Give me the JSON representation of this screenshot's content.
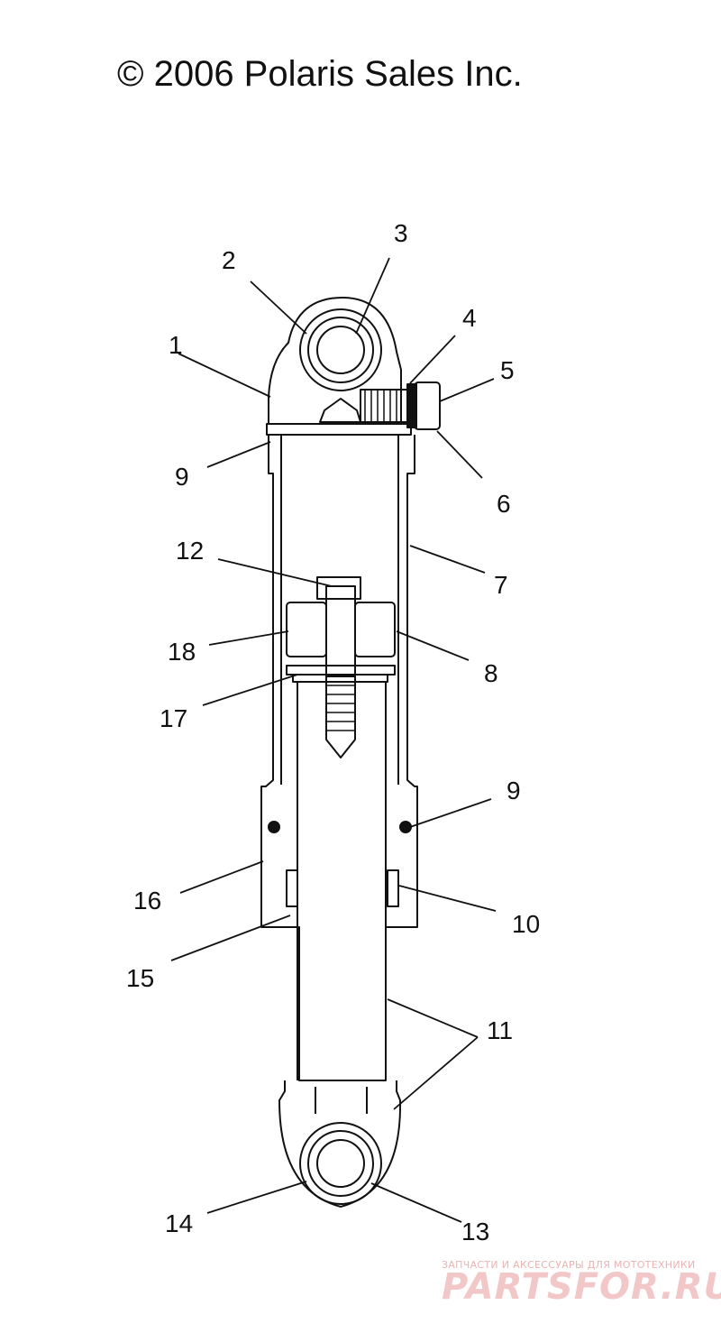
{
  "copyright": "© 2006 Polaris Sales Inc.",
  "callouts": {
    "c1": "1",
    "c2": "2",
    "c3": "3",
    "c4": "4",
    "c5": "5",
    "c6": "6",
    "c7": "7",
    "c8": "8",
    "c9a": "9",
    "c9b": "9",
    "c10": "10",
    "c11": "11",
    "c12": "12",
    "c13": "13",
    "c14": "14",
    "c15": "15",
    "c16": "16",
    "c17": "17",
    "c18": "18"
  },
  "watermark": {
    "tagline": "ЗАПЧАСТИ И АКСЕССУАРЫ ДЛЯ МОТОТЕХНИКИ",
    "brand": "PARTSFOR.RU"
  },
  "colors": {
    "line": "#111111",
    "shade": "#d8d8d8",
    "watermark": "#f2c7c7"
  }
}
